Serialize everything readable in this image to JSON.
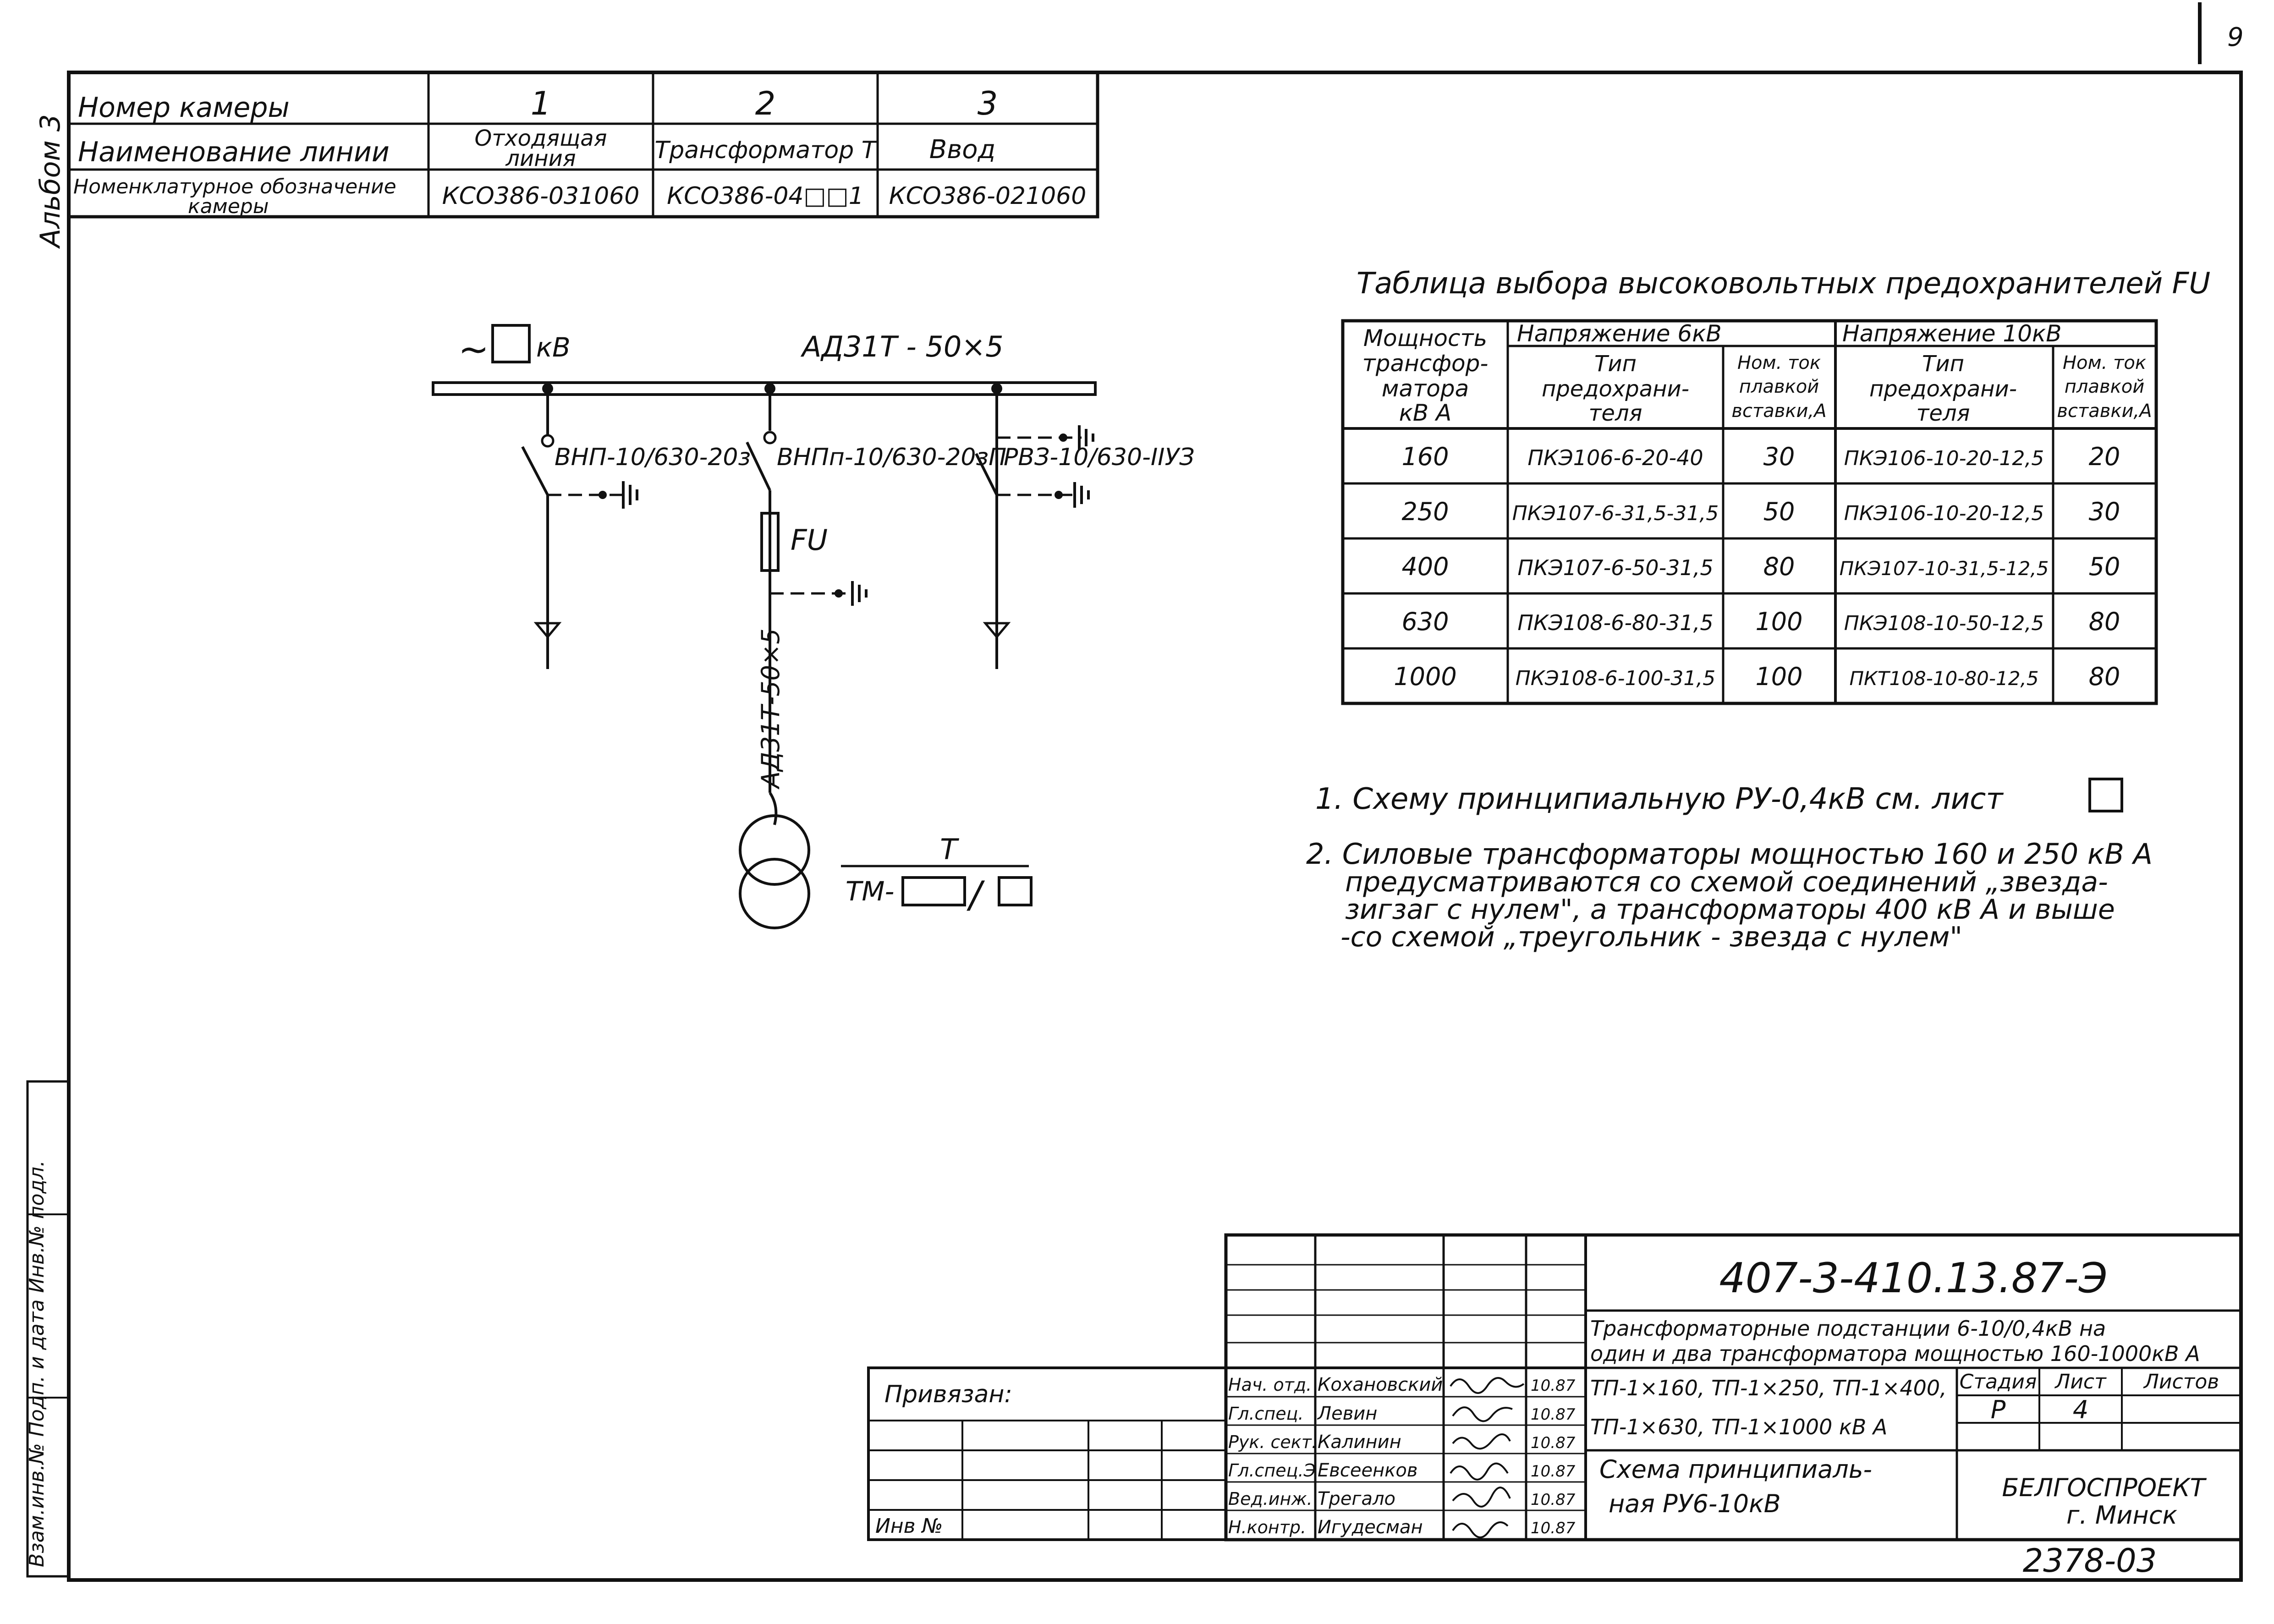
{
  "sheet_corner_mark": "9",
  "side_label": "Альбом 3",
  "side_stamp_text": "Взам.инв.№   Подп. и дата   Инв.№ подл.",
  "cameras_table": {
    "header_row": "Номер камеры",
    "name_row": "Наименование линии",
    "code_row": [
      "Номенклатурное обозначение",
      "камеры"
    ],
    "columns": [
      {
        "number": "1",
        "name": [
          "Отходящая",
          "линия"
        ],
        "code": "КСО386-031060"
      },
      {
        "number": "2",
        "name": [
          "Трансформатор Т"
        ],
        "code": "КСО386-04□□1"
      },
      {
        "number": "3",
        "name": [
          "Ввод"
        ],
        "code": "КСО386-021060"
      }
    ]
  },
  "scheme": {
    "voltage_prefix": "~",
    "voltage_unit": "кВ",
    "busbar_label": "АД31Т - 50×5",
    "switch1_label": "ВНП-10/630-20з",
    "switch2_label": "ВНПп-10/630-20зП",
    "switch3_label": "РВЗ-10/630-IIУЗ",
    "fuse_label": "FU",
    "feeder_label": "АД31Т-50×5",
    "transformer_label": "T",
    "transformer_type": "ТМ-",
    "transformer_sep": "/"
  },
  "fuse_table": {
    "title": "Таблица выбора высоковольтных предохранителей FU",
    "head_power": [
      "Мощность",
      "трансфор-",
      "матора",
      "кВ А"
    ],
    "head_6kv": "Напряжение 6кВ",
    "head_10kv": "Напряжение 10кВ",
    "head_type": [
      "Тип",
      "предохрани-",
      "теля"
    ],
    "head_current": [
      "Ном. ток",
      "плавкой",
      "вставки,А"
    ],
    "rows": [
      {
        "power": "160",
        "type6": "ПКЭ106-6-20-40",
        "cur6": "30",
        "type10": "ПКЭ106-10-20-12,5",
        "cur10": "20"
      },
      {
        "power": "250",
        "type6": "ПКЭ107-6-31,5-31,5",
        "cur6": "50",
        "type10": "ПКЭ106-10-20-12,5",
        "cur10": "30"
      },
      {
        "power": "400",
        "type6": "ПКЭ107-6-50-31,5",
        "cur6": "80",
        "type10": "ПКЭ107-10-31,5-12,5",
        "cur10": "50"
      },
      {
        "power": "630",
        "type6": "ПКЭ108-6-80-31,5",
        "cur6": "100",
        "type10": "ПКЭ108-10-50-12,5",
        "cur10": "80"
      },
      {
        "power": "1000",
        "type6": "ПКЭ108-6-100-31,5",
        "cur6": "100",
        "type10": "ПКТ108-10-80-12,5",
        "cur10": "80"
      }
    ]
  },
  "notes": {
    "note1": "1. Схему принципиальную РУ-0,4кВ см.  лист",
    "note2": [
      "2. Силовые трансформаторы мощностью 160 и 250 кВ А",
      "предусматриваются со схемой соединений „звезда-",
      "зигзаг с нулем\", а трансформаторы 400 кВ А и выше",
      "-со схемой „треугольник - звезда с нулем\""
    ]
  },
  "title_block": {
    "doc_code": "407-3-410.13.87-Э",
    "project_title": [
      "Трансформаторные подстанции 6-10/0,4кВ на",
      "один и два трансформатора мощностью 160-1000кВ А"
    ],
    "variants": [
      "ТП-1×160, ТП-1×250, ТП-1×400,",
      "ТП-1×630, ТП-1×1000 кВ А"
    ],
    "sheet_title": [
      "Схема принципиаль-",
      "ная РУ6-10кВ"
    ],
    "stage_label": "Стадия",
    "sheet_label": "Лист",
    "sheets_label": "Листов",
    "stage": "Р",
    "sheet": "4",
    "org": [
      "БЕЛГОСПРОЕКТ",
      "г. Минск"
    ],
    "attached_label": "Привязан:",
    "inv_label": "Инв №",
    "sheet_number": "2378-03",
    "staff": [
      {
        "role": "Нач. отд.",
        "name": "Кохановский",
        "date": "10.87"
      },
      {
        "role": "Гл.спец.",
        "name": "Левин",
        "date": "10.87"
      },
      {
        "role": "Рук. сект.",
        "name": "Калинин",
        "date": "10.87"
      },
      {
        "role": "Гл.спец.Э",
        "name": "Евсеенков",
        "date": "10.87"
      },
      {
        "role": "Вед.инж.",
        "name": "Трегало",
        "date": "10.87"
      },
      {
        "role": "Н.контр.",
        "name": "Игудесман",
        "date": "10.87"
      }
    ]
  }
}
